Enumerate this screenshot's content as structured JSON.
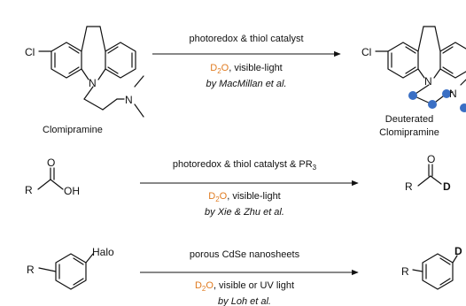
{
  "colors": {
    "black": "#111111",
    "deuterium_blue": "#3a6fc4",
    "heteroatom_orange": "#e07b20"
  },
  "atoms": {
    "cl": "Cl",
    "n": "N",
    "o": "O",
    "oh": "OH",
    "r": "R",
    "d": "D",
    "halo": "Halo"
  },
  "reactions": [
    {
      "line1": "photoredox & thiol catalyst",
      "line2_reagent": "D",
      "line2_sub": "2",
      "line2_o": "O",
      "line2_rest": ", visible-light",
      "line3": "by MacMillan et al.",
      "start_label": "Clomipramine",
      "product_label_1": "Deuterated",
      "product_label_2": "Clomipramine"
    },
    {
      "line1_a": "photoredox & thiol catalyst & PR",
      "line1_sub": "3",
      "line2_reagent": "D",
      "line2_sub": "2",
      "line2_o": "O",
      "line2_rest": ", visible-light",
      "line3": "by Xie & Zhu et al."
    },
    {
      "line1": "porous CdSe nanosheets",
      "line2_reagent": "D",
      "line2_sub": "2",
      "line2_o": "O",
      "line2_rest": ", visible or UV light",
      "line3": "by Loh et al."
    }
  ]
}
